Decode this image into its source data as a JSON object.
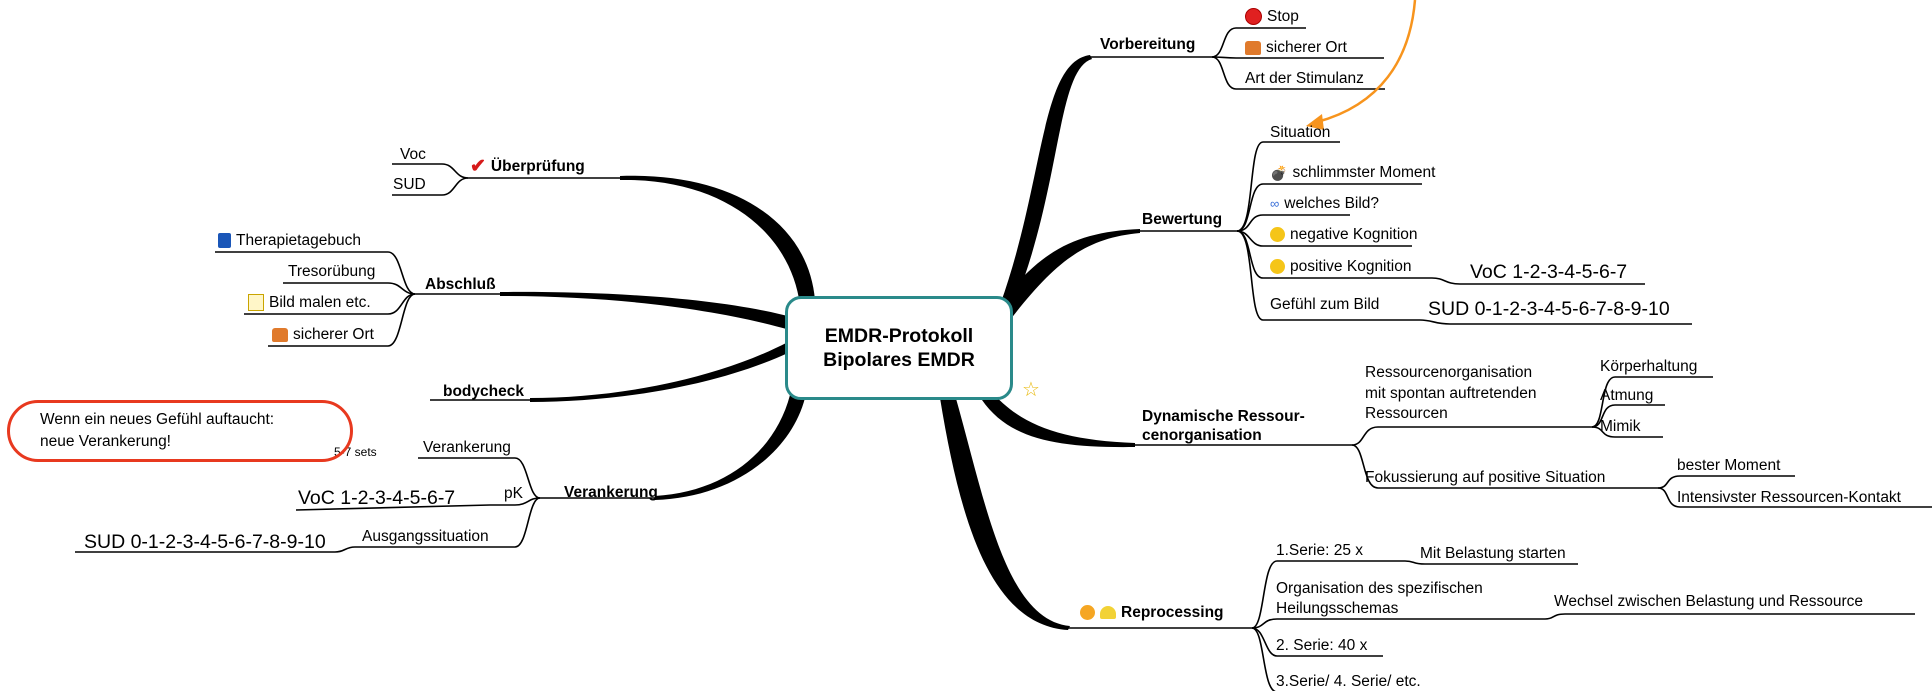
{
  "center": {
    "line1": "EMDR-Protokoll",
    "line2": "Bipolares EMDR"
  },
  "note": {
    "line1": "Wenn ein neues Gefühl auftaucht:",
    "line2": "neue Verankerung!"
  },
  "colors": {
    "branch": "#000000",
    "center_border": "#2a8a8a",
    "note_border": "#e8391f",
    "arrow": "#f7941d",
    "stop_icon": "#e02020",
    "star_icon": "#f2cf3a"
  },
  "vorbereitung": {
    "label": "Vorbereitung",
    "stop": "Stop",
    "safe": "sicherer Ort",
    "stim": "Art der Stimulanz"
  },
  "bewertung": {
    "label": "Bewertung",
    "situation": "Situation",
    "worst": "schlimmster Moment",
    "picture": "welches Bild?",
    "neg": "negative Kognition",
    "pos": "positive Kognition",
    "voc": "VoC 1-2-3-4-5-6-7",
    "feeling": "Gefühl zum Bild",
    "sud": "SUD 0-1-2-3-4-5-6-7-8-9-10"
  },
  "dynamisch": {
    "label1": "Dynamische Ressour-",
    "label2": "cenorganisation",
    "res1": "Ressourcenorganisation",
    "res2": "mit spontan auftretenden",
    "res3": "Ressourcen",
    "koerper": "Körperhaltung",
    "atmung": "Atmung",
    "mimik": "Mimik",
    "fokus": "Fokussierung auf positive Situation",
    "best": "bester Moment",
    "intens": "Intensivster Ressourcen-Kontakt"
  },
  "reprocessing": {
    "label": "Reprocessing",
    "serie1": "1.Serie: 25 x",
    "belastung": "Mit Belastung starten",
    "org1": "Organisation des spezifischen",
    "org2": "Heilungsschemas",
    "wechsel": "Wechsel zwischen Belastung und Ressource",
    "serie2": "2. Serie: 40 x",
    "serie3": "3.Serie/ 4. Serie/ etc."
  },
  "ueberpruefung": {
    "label": "Überprüfung",
    "voc": "Voc",
    "sud": "SUD"
  },
  "abschluss": {
    "label": "Abschluß",
    "tagebuch": "Therapietagebuch",
    "tresor": "Tresorübung",
    "bild": "Bild malen etc.",
    "safe": "sicherer Ort"
  },
  "bodycheck": {
    "label": "bodycheck"
  },
  "verankerung": {
    "label": "Verankerung",
    "anker": "Verankerung",
    "sets": "5-7 sets",
    "pk": "pK",
    "voc": "VoC 1-2-3-4-5-6-7",
    "ausgang": "Ausgangssituation",
    "sud": "SUD 0-1-2-3-4-5-6-7-8-9-10"
  },
  "icons": [
    "stop-icon",
    "house-icon",
    "bomb-icon",
    "glasses-icon",
    "worried-face-icon",
    "smiley-icon",
    "star-icon",
    "checkmark-icon",
    "book-icon",
    "memo-icon",
    "face-icon",
    "bell-icon"
  ]
}
